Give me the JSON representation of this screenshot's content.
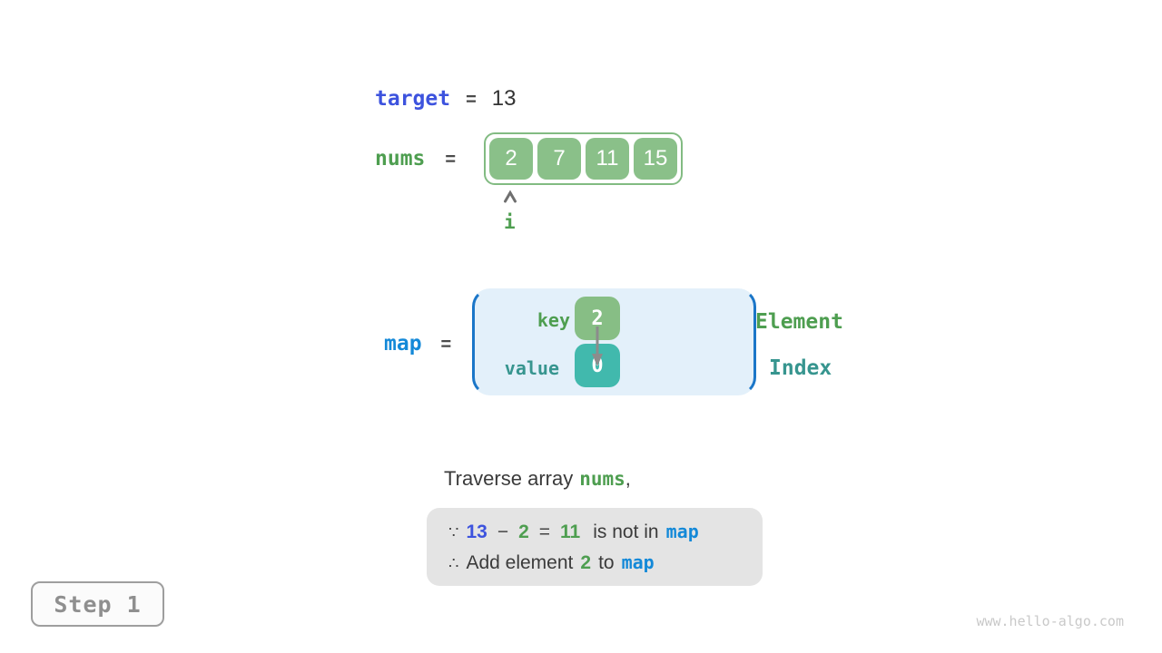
{
  "target": {
    "keyword": "target",
    "equals": "=",
    "value": "13"
  },
  "nums": {
    "keyword": "nums",
    "equals": "=",
    "values": [
      "2",
      "7",
      "11",
      "15"
    ],
    "pointer_label": "i"
  },
  "map": {
    "keyword": "map",
    "equals": "=",
    "key_label": "key",
    "value_label": "value",
    "key_cell": "2",
    "value_cell": "0",
    "element_label": "Element",
    "index_label": "Index"
  },
  "caption": {
    "prefix": "Traverse array",
    "nums_ref": "nums",
    "comma": ","
  },
  "reason": {
    "line1": {
      "because": "∵",
      "minuend": "13",
      "minus": "−",
      "subtrahend": "2",
      "equals": "=",
      "difference": "11",
      "text": "is not in",
      "map_ref": "map"
    },
    "line2": {
      "therefore": "∴",
      "text1": "Add element",
      "value": "2",
      "text2": "to",
      "map_ref": "map"
    }
  },
  "footer": {
    "step_label": "Step 1",
    "watermark": "www.hello-algo.com"
  },
  "colors": {
    "green_cell": "#8AC089",
    "green_text": "#4E9E50",
    "teal_cell": "#41B9AD",
    "teal_text": "#37958F",
    "indigo_text": "#3D53DE",
    "azure_text": "#1489D8",
    "map_box_bg": "#E3F0FA",
    "map_bracket": "#1B76C8",
    "array_border": "#82BB82",
    "reason_box_bg": "#E4E4E4",
    "dark_text": "#3B3B3B",
    "step_gray": "#8F8F8F"
  }
}
